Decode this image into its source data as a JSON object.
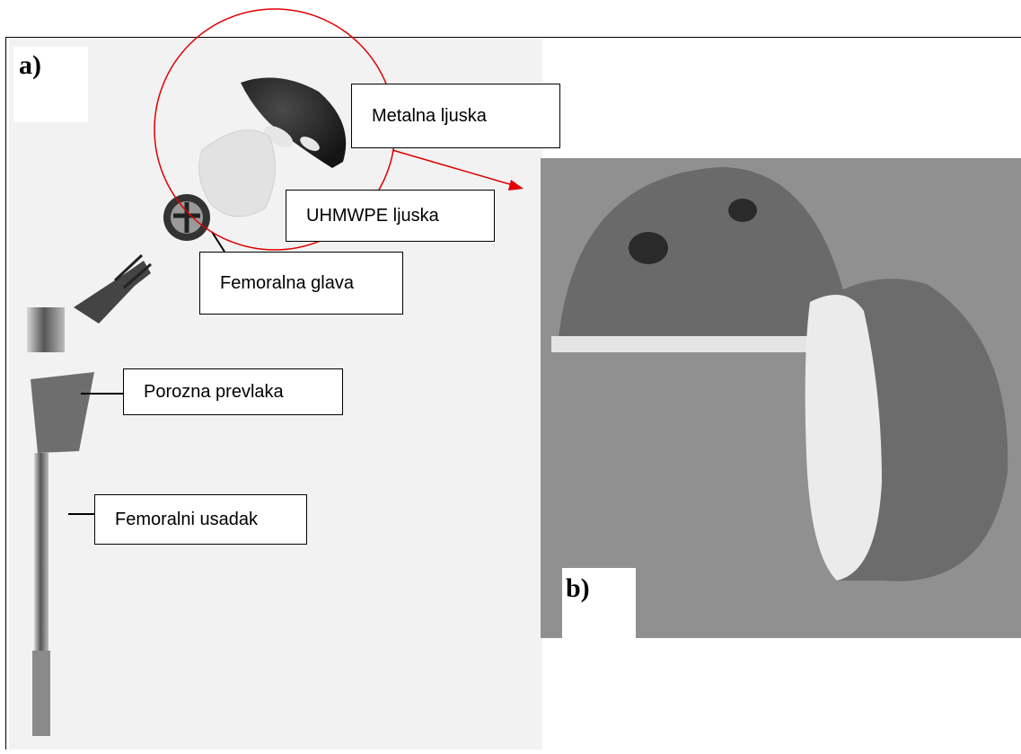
{
  "panels": {
    "a": "a)",
    "b": "b)"
  },
  "callouts": {
    "metal_shell": "Metalna ljuska",
    "uhmwpe_shell": "UHMWPE ljuska",
    "femoral_head": "Femoralna glava",
    "porous_coating": "Porozna prevlaka",
    "femoral_stem": "Femoralni usadak"
  },
  "colors": {
    "highlight": "#e00000",
    "outline": "#000000"
  }
}
